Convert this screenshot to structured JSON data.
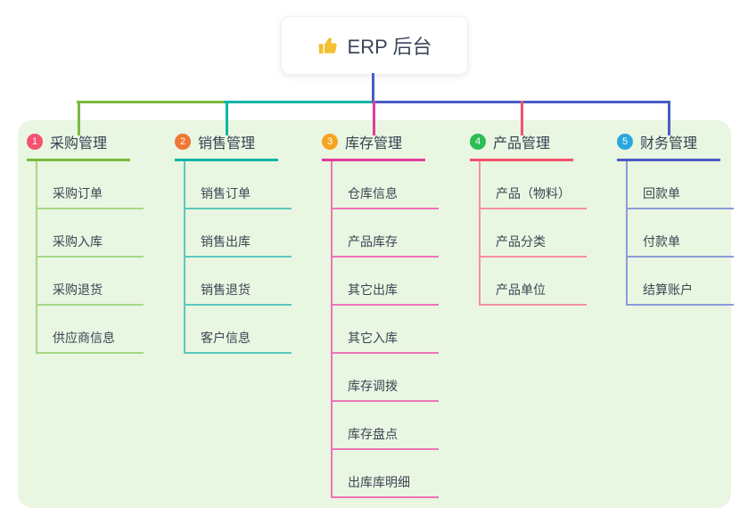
{
  "root": {
    "label": "ERP 后台",
    "icon": "thumbs-up-icon",
    "icon_color": "#f2c030",
    "line_color": "#4a5cc5"
  },
  "panel": {
    "bg_color": "#e9f6e2"
  },
  "branches": [
    {
      "num": "1",
      "label": "采购管理",
      "badge_color": "#f4526e",
      "line_color": "#7cb93e",
      "child_line_color": "#a8d788",
      "children": [
        "采购订单",
        "采购入库",
        "采购退货",
        "供应商信息"
      ]
    },
    {
      "num": "2",
      "label": "销售管理",
      "badge_color": "#f07634",
      "line_color": "#12b5a5",
      "child_line_color": "#5bc9bb",
      "children": [
        "销售订单",
        "销售出库",
        "销售退货",
        "客户信息"
      ]
    },
    {
      "num": "3",
      "label": "库存管理",
      "badge_color": "#f5a41f",
      "line_color": "#e23a9b",
      "child_line_color": "#ee74b6",
      "children": [
        "仓库信息",
        "产品库存",
        "其它出库",
        "其它入库",
        "库存调拨",
        "库存盘点",
        "出库库明细"
      ]
    },
    {
      "num": "4",
      "label": "产品管理",
      "badge_color": "#2cbd55",
      "line_color": "#f4516c",
      "child_line_color": "#f78fa0",
      "children": [
        "产品（物料）",
        "产品分类",
        "产品单位"
      ]
    },
    {
      "num": "5",
      "label": "财务管理",
      "badge_color": "#2aa7dd",
      "line_color": "#4a5cc5",
      "child_line_color": "#8c9bd9",
      "children": [
        "回款单",
        "付款单",
        "结算账户"
      ]
    }
  ]
}
